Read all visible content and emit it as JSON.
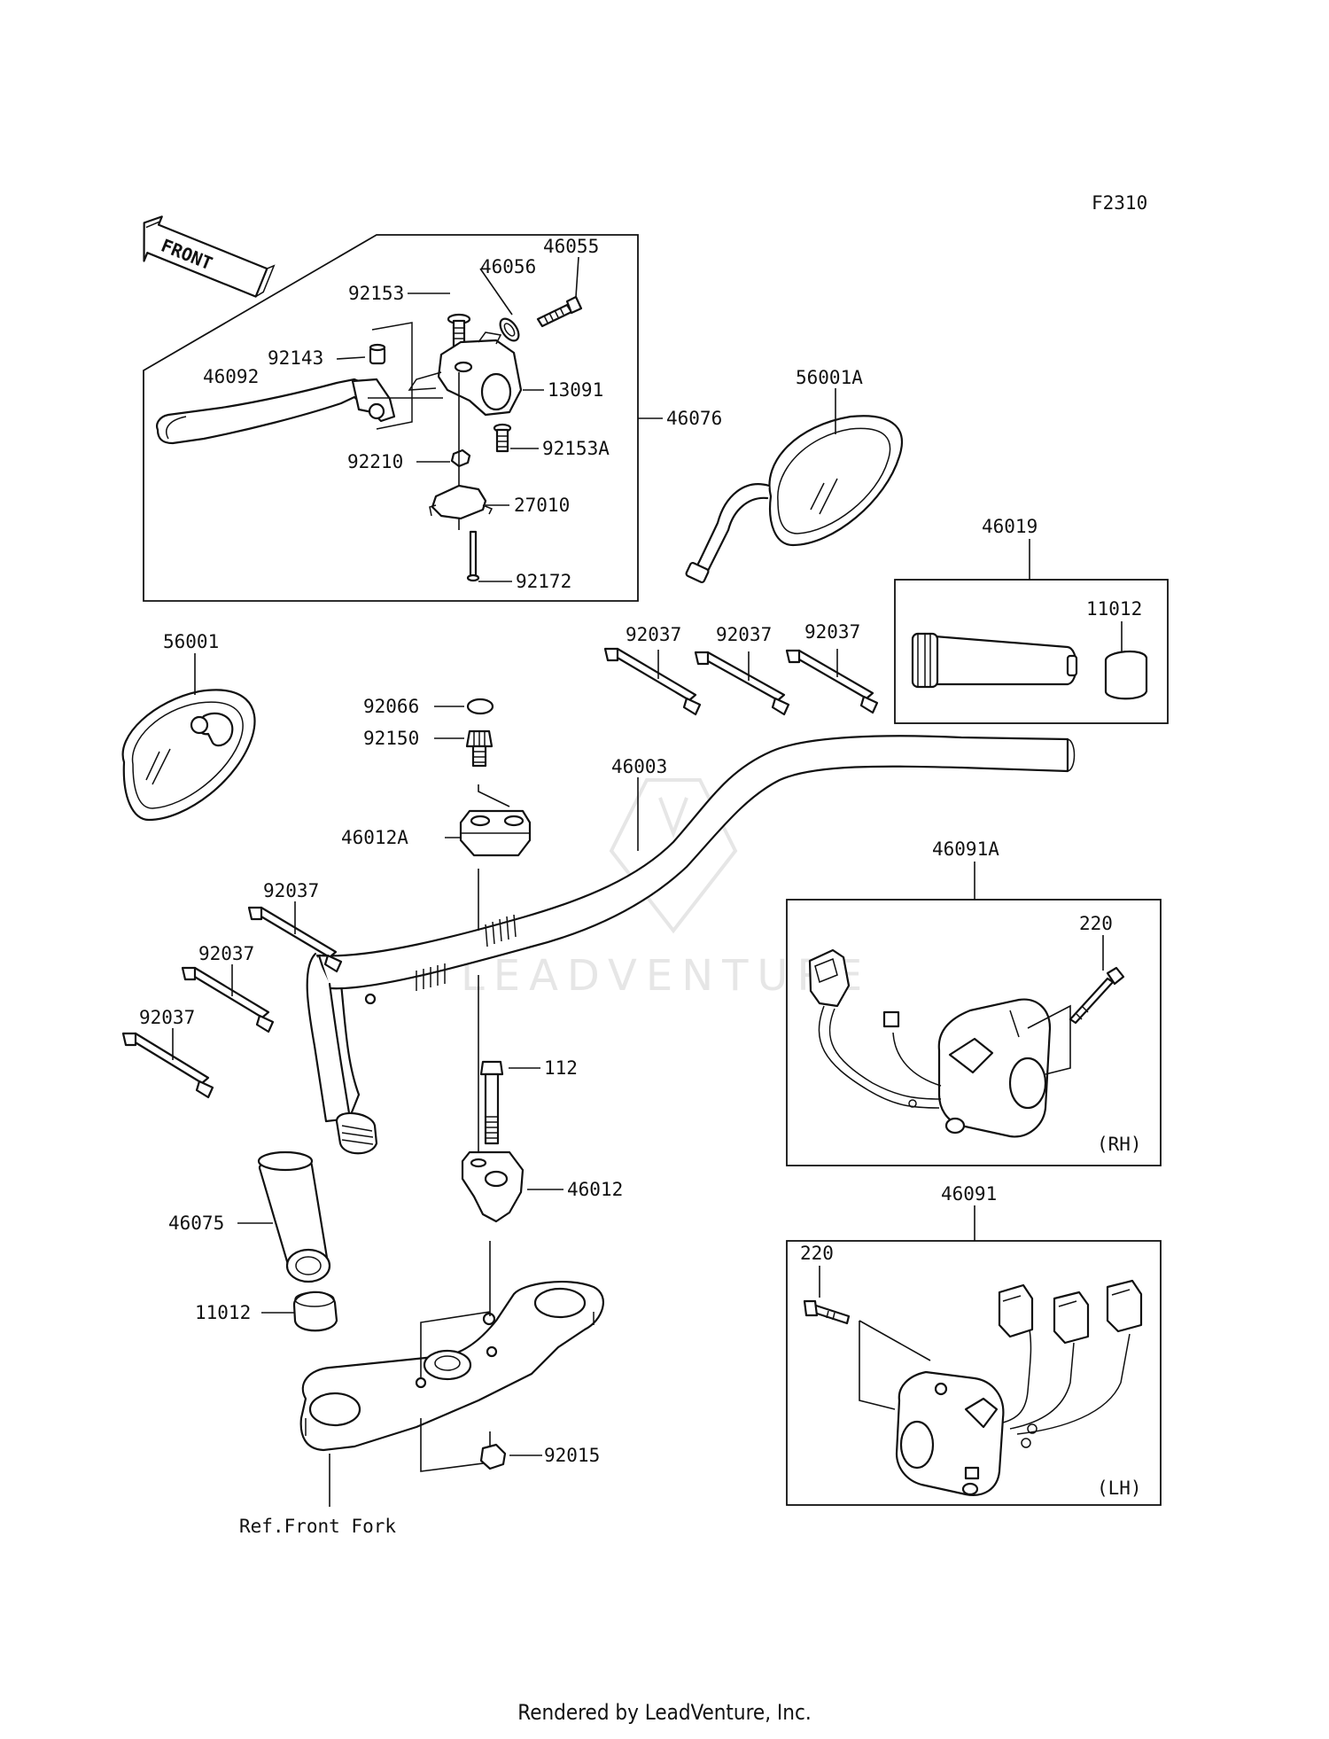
{
  "diagram_code": "F2310",
  "front_arrow_label": "FRONT",
  "watermark": "LEADVENTURE",
  "footer": "Rendered by LeadVenture, Inc.",
  "parts": {
    "p46055": "46055",
    "p46056": "46056",
    "p92153": "92153",
    "p92143": "92143",
    "p46092": "46092",
    "p13091": "13091",
    "p46076": "46076",
    "p92153A": "92153A",
    "p92210": "92210",
    "p27010": "27010",
    "p92172": "92172",
    "p56001A": "56001A",
    "p46019": "46019",
    "p11012_grip": "11012",
    "p56001": "56001",
    "p92037_r1": "92037",
    "p92037_r2": "92037",
    "p92037_r3": "92037",
    "p92066": "92066",
    "p92150": "92150",
    "p46003": "46003",
    "p46012A": "46012A",
    "p92037_l1": "92037",
    "p92037_l2": "92037",
    "p92037_l3": "92037",
    "p46091A": "46091A",
    "p220_rh": "220",
    "rh_label": "(RH)",
    "p112": "112",
    "p46012": "46012",
    "p46075": "46075",
    "p11012": "11012",
    "p46091": "46091",
    "p220_lh": "220",
    "lh_label": "(LH)",
    "p92015": "92015",
    "ref_front_fork": "Ref.Front Fork"
  }
}
